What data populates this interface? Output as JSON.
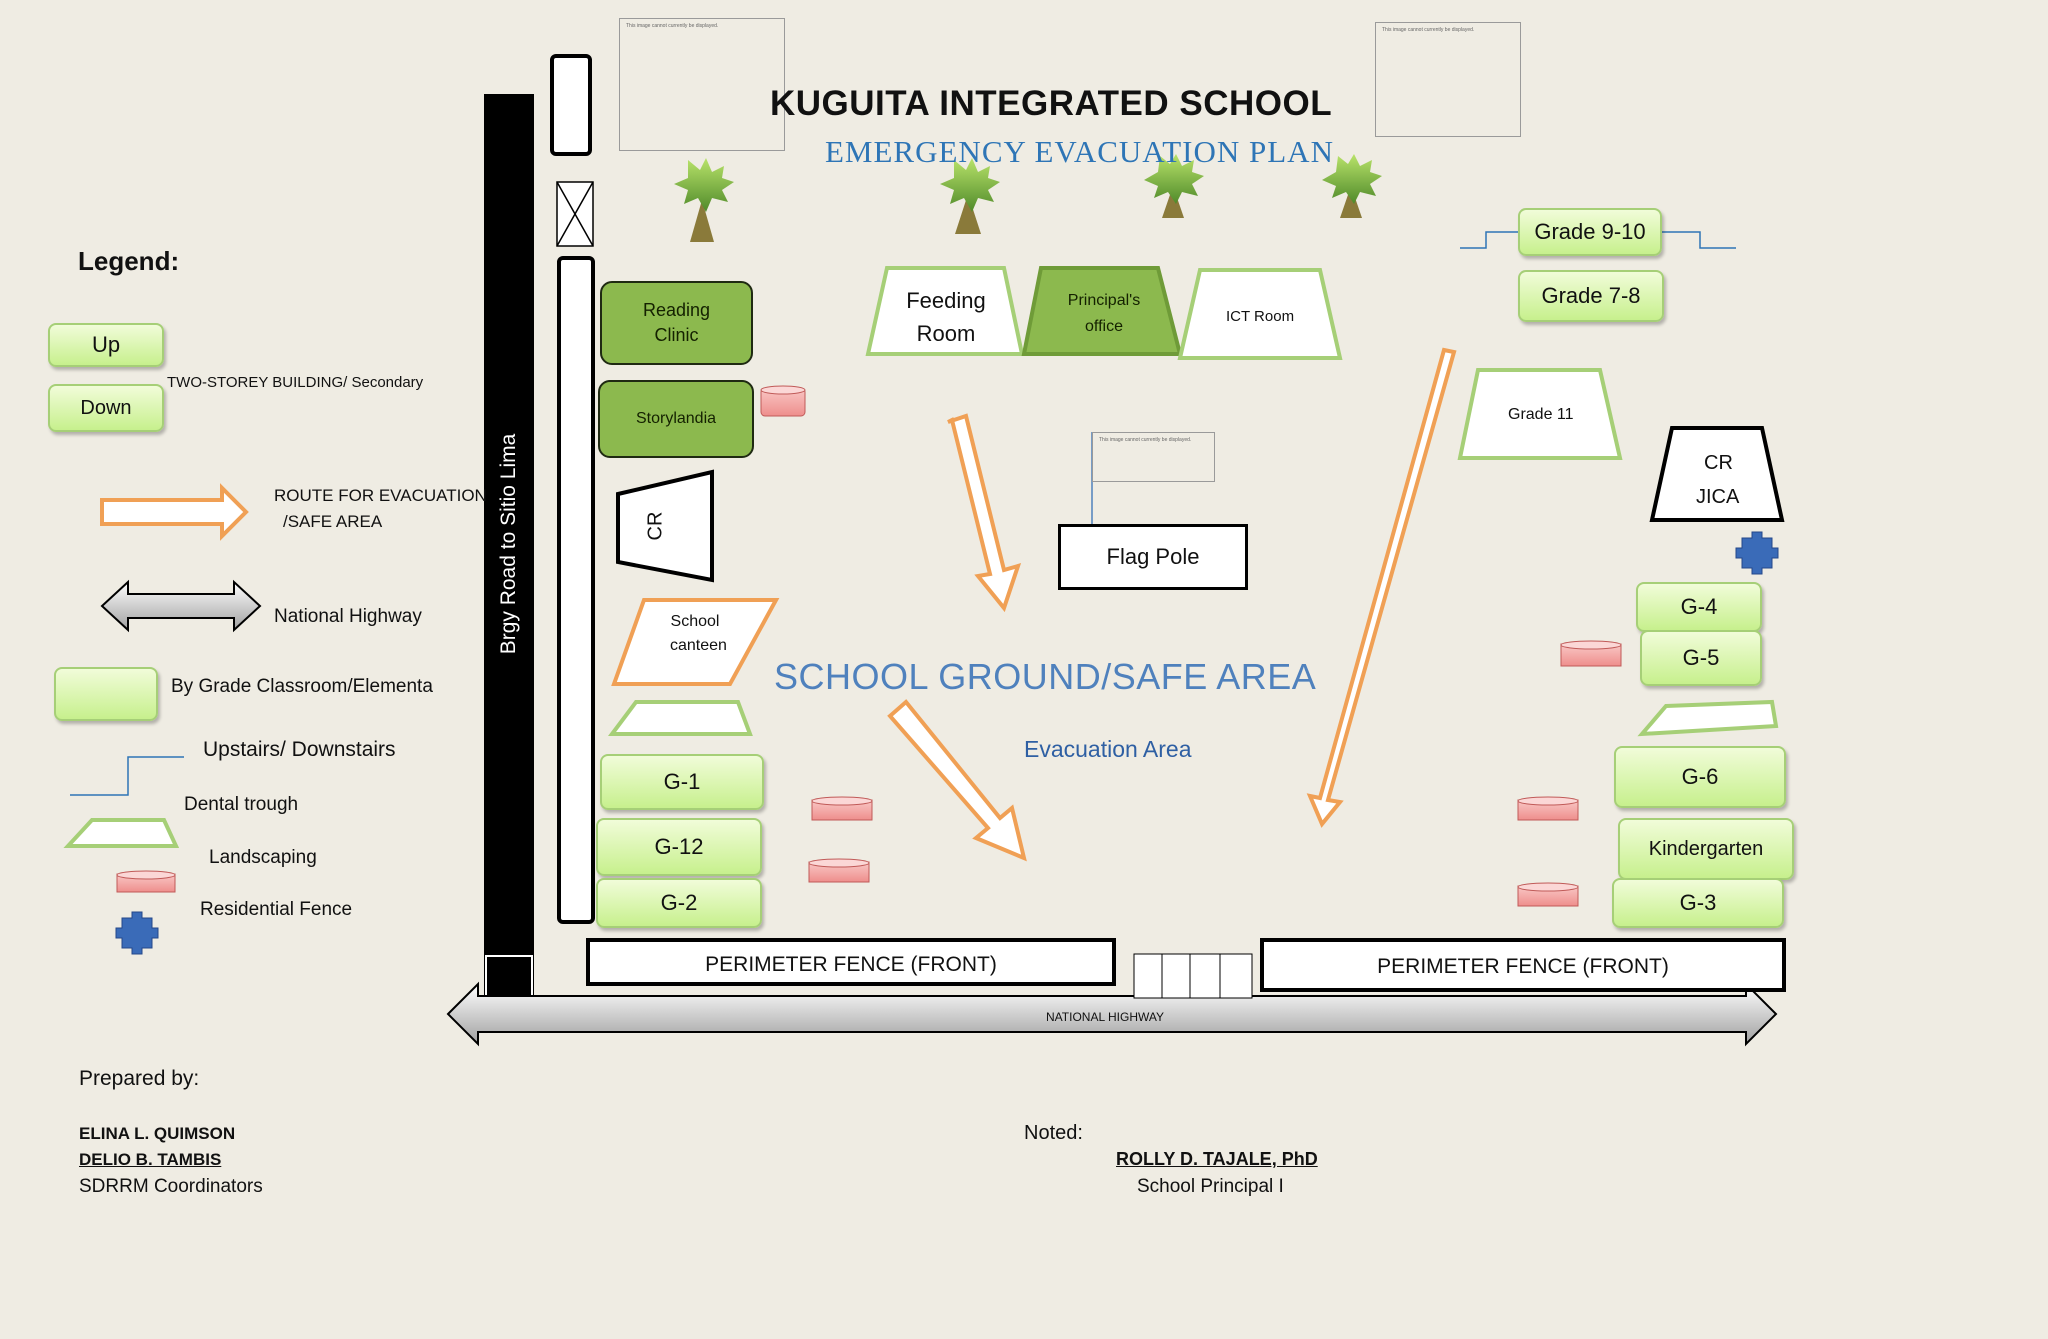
{
  "header": {
    "title": "KUGUITA INTEGRATED SCHOOL",
    "subtitle": "EMERGENCY EVACUATION PLAN"
  },
  "legend": {
    "heading": "Legend:",
    "up": "Up",
    "down": "Down",
    "two_storey": "TWO-STOREY BUILDING/ Secondary",
    "route_line1": "ROUTE FOR EVACUATION",
    "route_line2": "/SAFE AREA",
    "highway": "National Highway",
    "classroom": "By Grade Classroom/Elementa",
    "stairs": "Upstairs/ Downstairs",
    "dental": "Dental trough",
    "landscaping": "Landscaping",
    "fence": "Residential Fence"
  },
  "map": {
    "road": "Brgy Road to Sitio Lima",
    "reading_clinic": "Reading Clinic",
    "storylandia": "Storylandia",
    "cr_left": "CR",
    "canteen": "School canteen",
    "feeding_room": "Feeding Room",
    "principal_office": "Principal's office",
    "ict_room": "ICT Room",
    "flag_pole": "Flag Pole",
    "grade_9_10": "Grade 9-10",
    "grade_7_8": "Grade 7-8",
    "grade_11": "Grade 11",
    "cr_jica_1": "CR",
    "cr_jica_2": "JICA",
    "g4": "G-4",
    "g5": "G-5",
    "g6": "G-6",
    "kindergarten": "Kindergarten",
    "g3": "G-3",
    "g1": "G-1",
    "g12": "G-12",
    "g2": "G-2",
    "school_ground": "SCHOOL GROUND/SAFE   AREA",
    "evacuation_area": "Evacuation Area",
    "fence_left": "PERIMETER FENCE (FRONT)",
    "fence_right": "PERIMETER FENCE (FRONT)",
    "national_highway": "NATIONAL HIGHWAY",
    "placeholder_text": "This image cannot currently be displayed."
  },
  "footer": {
    "prepared_by": "Prepared by:",
    "name1": "ELINA L. QUIMSON",
    "name2": "DELIO B. TAMBIS",
    "role1": "SDRRM Coordinators",
    "noted": "Noted:",
    "principal": "ROLLY D. TAJALE, PhD",
    "principal_role": "School Principal I"
  },
  "colors": {
    "route_orange": "#f0a055",
    "title_blue": "#2e75b6",
    "ground_blue": "#4f81bd",
    "classroom_green": "#c7f08d",
    "dark_green": "#8cb94e",
    "dental_red": "#f4a9a8"
  }
}
